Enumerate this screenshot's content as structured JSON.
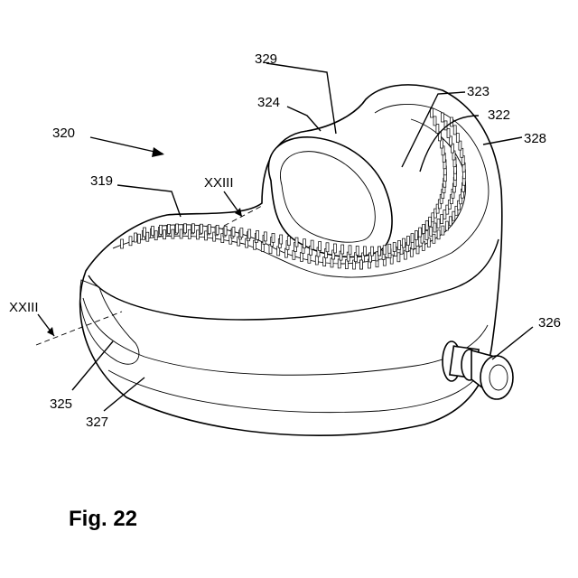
{
  "figure": {
    "caption": "Fig. 22"
  },
  "labels": {
    "l319": "319",
    "l320": "320",
    "l322": "322",
    "l323": "323",
    "l324": "324",
    "l325": "325",
    "l326": "326",
    "l327": "327",
    "l328": "328",
    "l329": "329",
    "section_left": "XXIII",
    "section_top": "XXIII"
  }
}
